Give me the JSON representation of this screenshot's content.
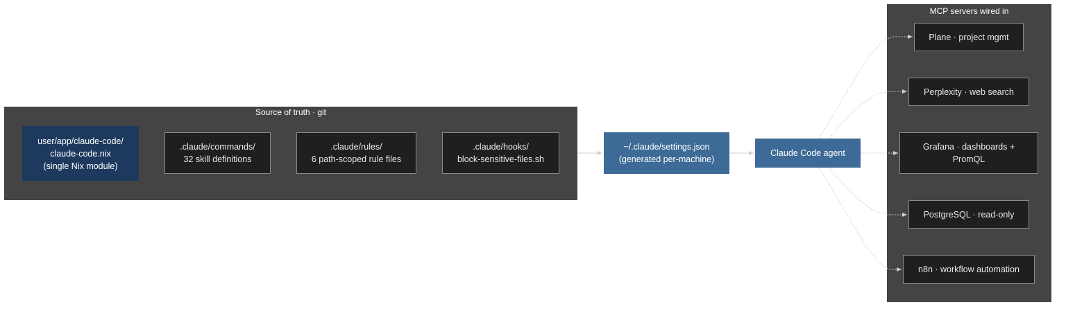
{
  "groups": {
    "source": {
      "title": "Source of truth · git"
    },
    "mcp": {
      "title": "MCP servers wired in"
    }
  },
  "nodes": {
    "nix_module": "user/app/claude-code/\nclaude-code.nix\n(single Nix module)",
    "commands": ".claude/commands/\n32 skill definitions",
    "rules": ".claude/rules/\n6 path-scoped rule files",
    "hooks": ".claude/hooks/\nblock-sensitive-files.sh",
    "settings": "~/.claude/settings.json\n(generated per-machine)",
    "agent": "Claude Code agent",
    "plane": "Plane · project mgmt",
    "perplexity": "Perplexity · web search",
    "grafana": "Grafana · dashboards +\nPromQL",
    "postgres": "PostgreSQL · read-only",
    "n8n": "n8n · workflow automation"
  },
  "colors": {
    "group_bg": "#444444",
    "node_dark": "#1f1f1f",
    "node_navy": "#1d3a5e",
    "node_blue": "#3d6a96",
    "edge": "#cfcfcf"
  }
}
